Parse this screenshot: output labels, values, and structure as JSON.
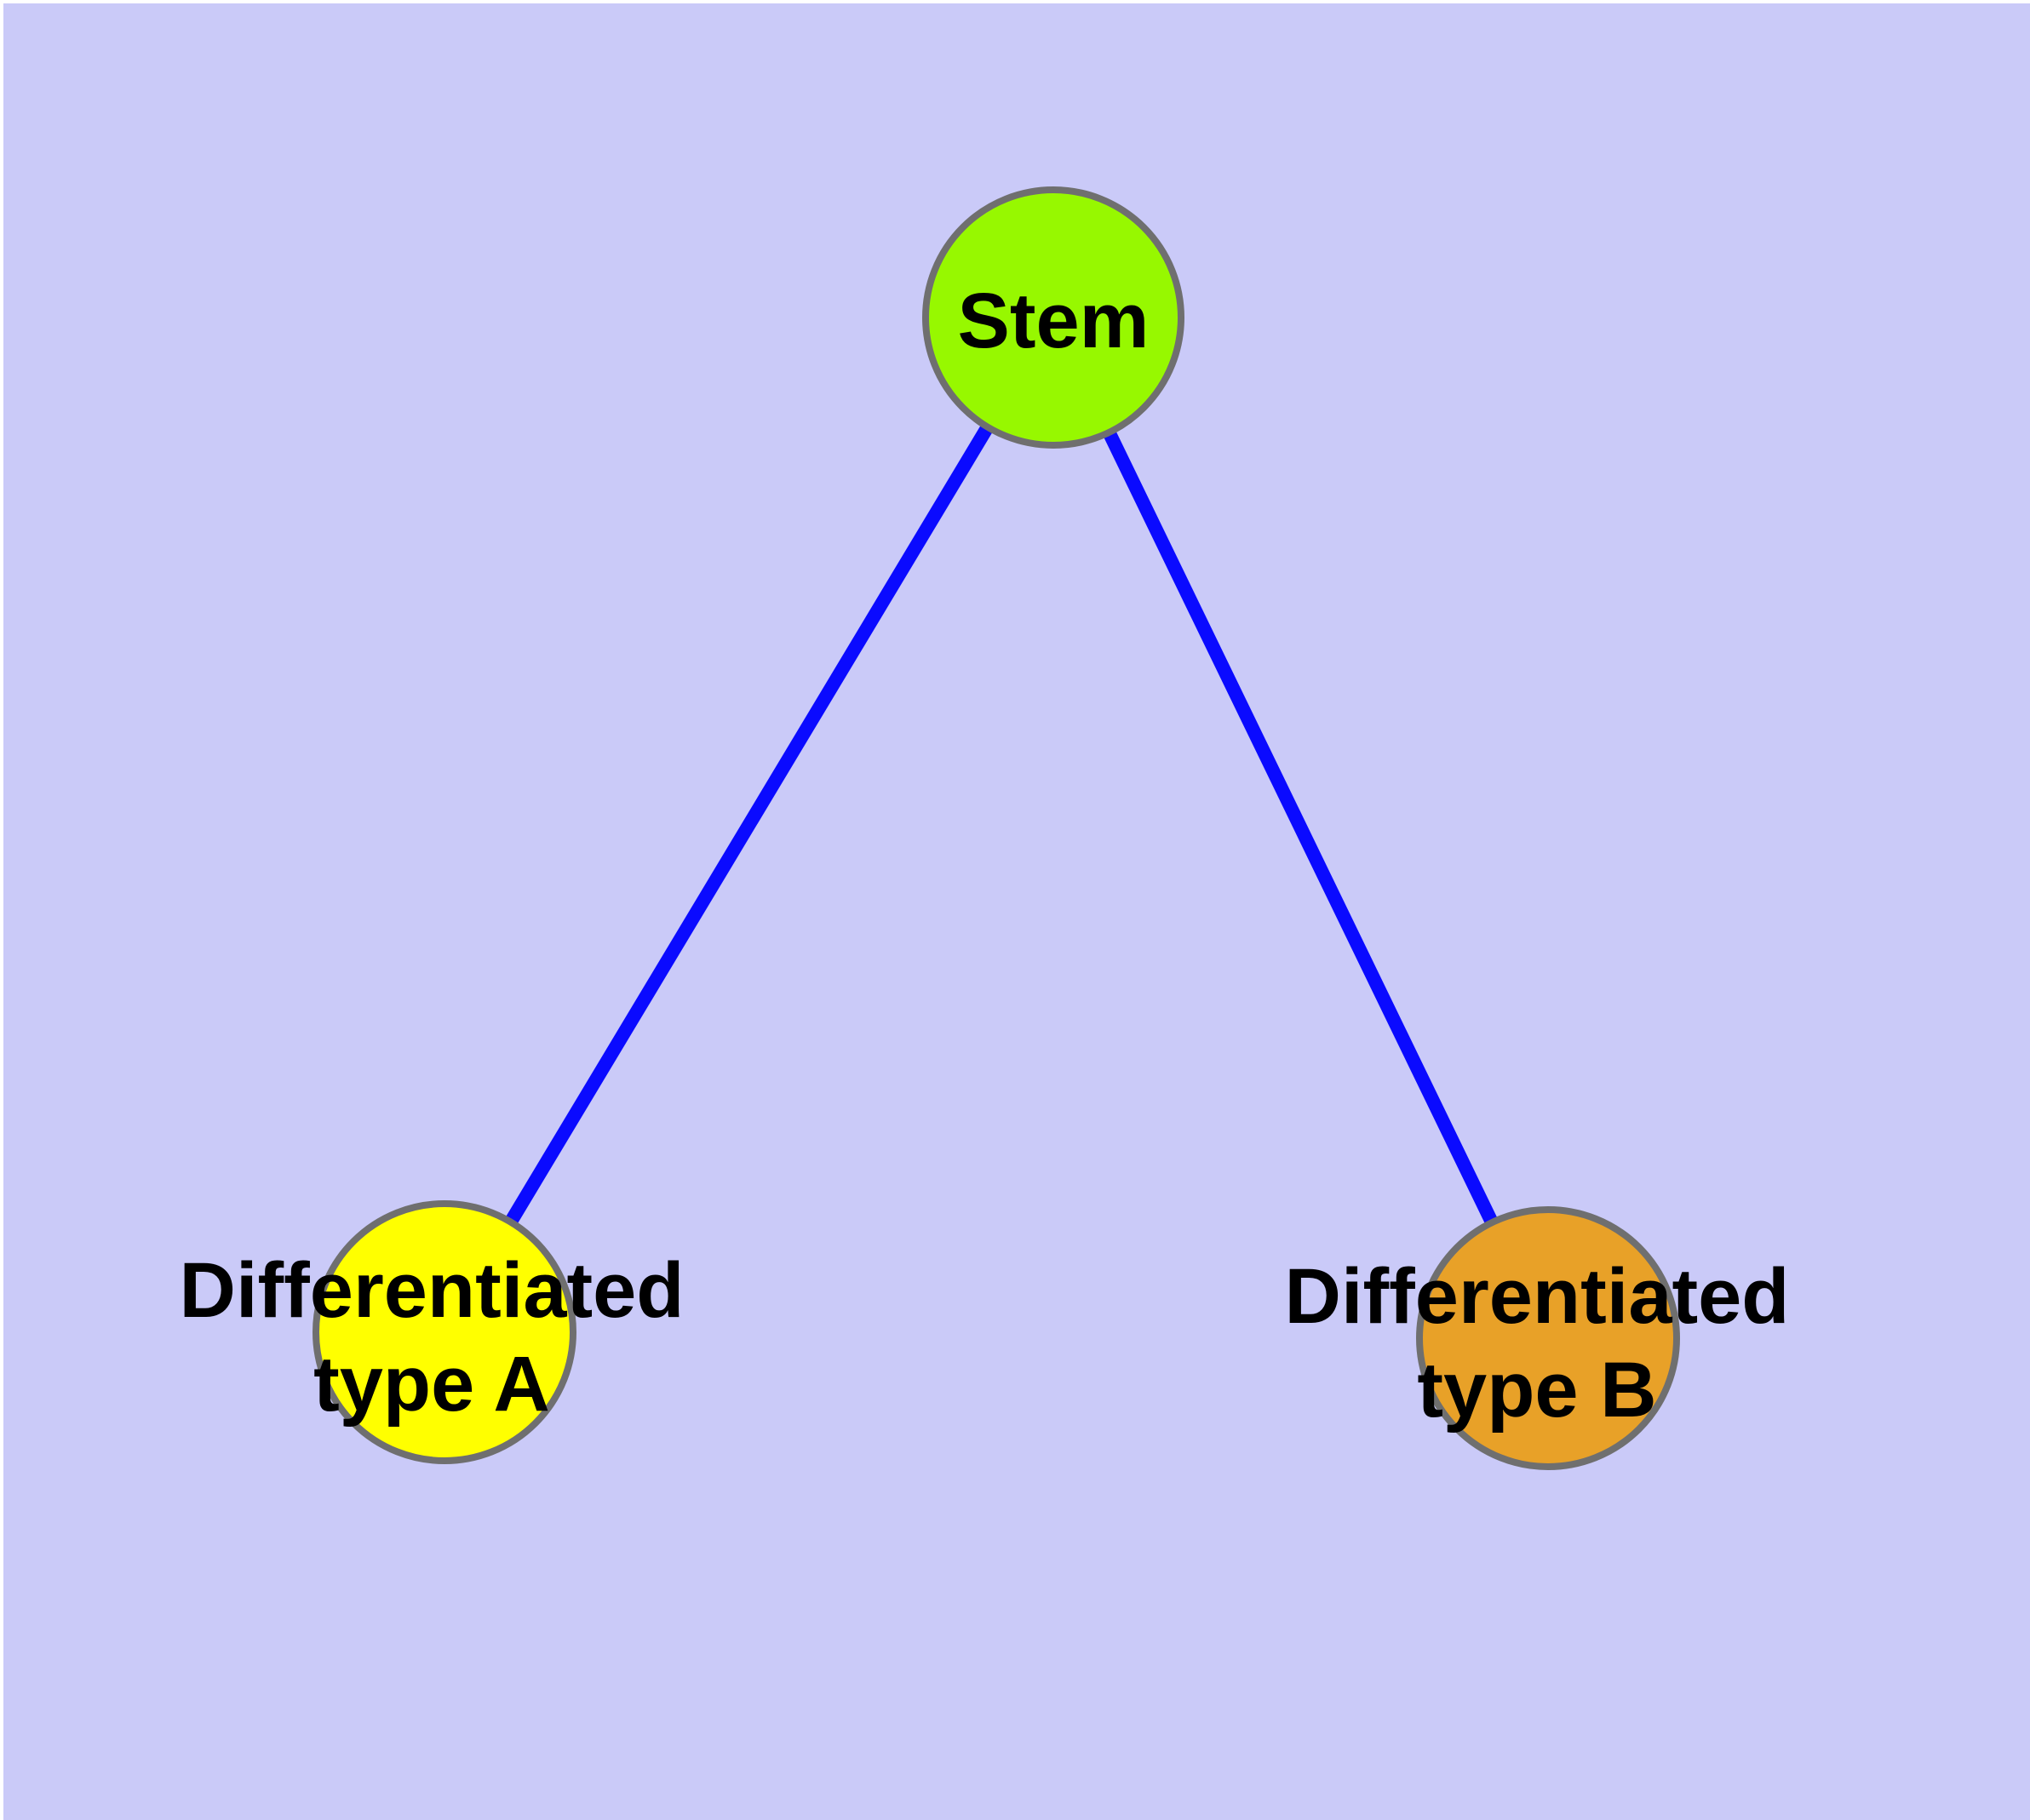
{
  "diagram": {
    "background_color": "#CACAF8",
    "node_border_color": "#6F6F6F",
    "edge_color": "#0A0AFF",
    "label_color": "#000000"
  },
  "nodes": [
    {
      "id": "stem",
      "label": "Stem",
      "color": "#97F800"
    },
    {
      "id": "differentiated-type-a",
      "label_lines": [
        "Differentiated",
        "type A"
      ],
      "color": "#FFFF00"
    },
    {
      "id": "differentiated-type-b",
      "label_lines": [
        "Differentiated",
        "type B"
      ],
      "color": "#E8A128"
    }
  ],
  "edges": [
    {
      "from": "stem",
      "to": "differentiated-type-a"
    },
    {
      "from": "stem",
      "to": "differentiated-type-b"
    }
  ]
}
